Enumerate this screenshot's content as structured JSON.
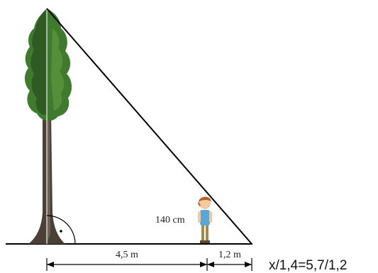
{
  "figure": {
    "child_height_label": "140 cm",
    "distance_tree_to_child_label": "4,5 m",
    "child_shadow_label": "1,2 m",
    "equation_text": "x/1,4=5,7/1,2",
    "right_angle_marker": "·"
  },
  "colors": {
    "foliage_dark": "#2f5a24",
    "foliage_mid": "#3f7a2e",
    "foliage_light": "#5c9a3f",
    "trunk": "#4a4038",
    "trunk_light": "#6d6258",
    "child_shirt": "#5aa7d6",
    "child_pants": "#a08a4a",
    "child_hair": "#b5652a",
    "child_skin": "#f2c9a0",
    "line": "#000000"
  }
}
